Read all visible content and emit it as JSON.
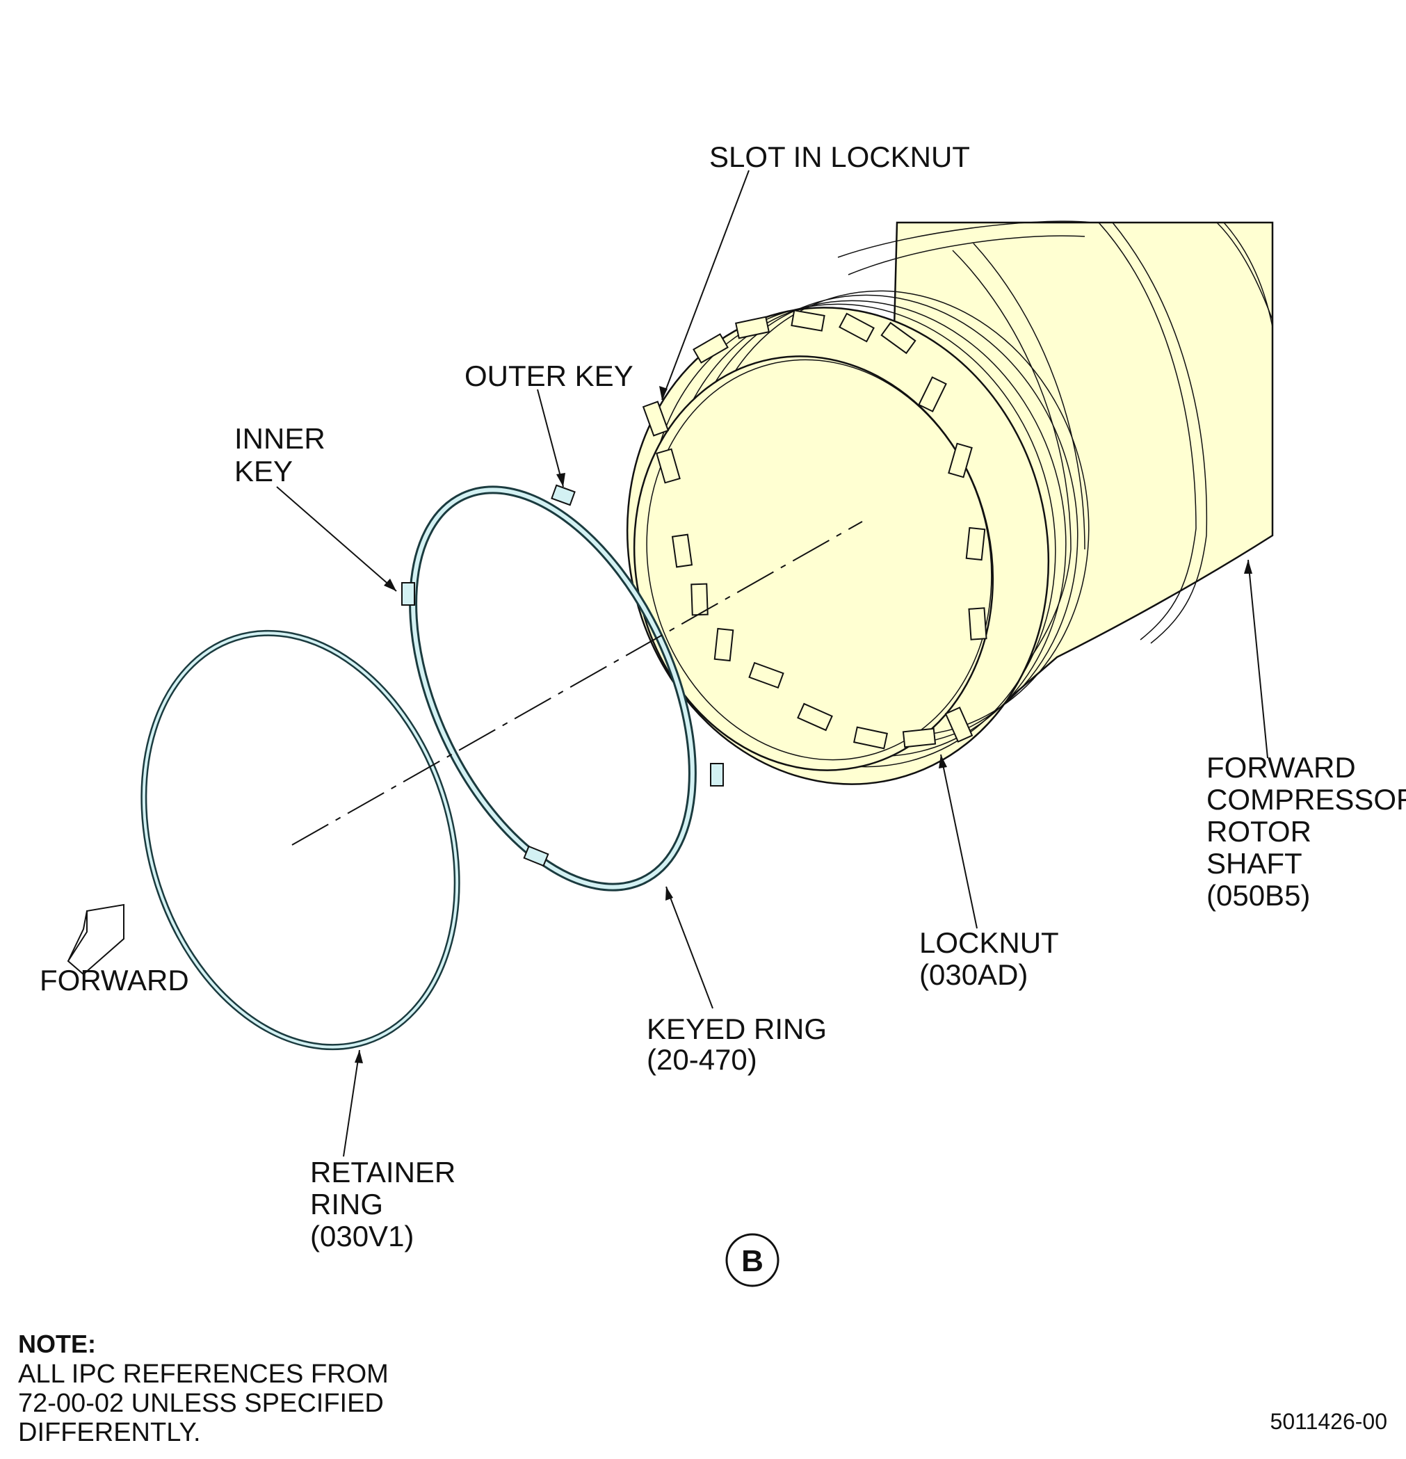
{
  "labels": {
    "slot_in_locknut": "SLOT IN LOCKNUT",
    "outer_key": "OUTER KEY",
    "inner_key_line1": "INNER",
    "inner_key_line2": "KEY",
    "forward_shaft_line1": "FORWARD",
    "forward_shaft_line2": "COMPRESSOR",
    "forward_shaft_line3": "ROTOR",
    "forward_shaft_line4": "SHAFT",
    "forward_shaft_line5": "(050B5)",
    "locknut_line1": "LOCKNUT",
    "locknut_line2": "(030AD)",
    "keyed_ring_line1": "KEYED RING",
    "keyed_ring_line2": "(20-470)",
    "retainer_ring_line1": "RETAINER",
    "retainer_ring_line2": "RING",
    "retainer_ring_line3": "(030V1)",
    "forward_arrow": "FORWARD",
    "view_letter": "B"
  },
  "note": {
    "heading": "NOTE:",
    "line1": "ALL IPC REFERENCES FROM",
    "line2": "72-00-02 UNLESS SPECIFIED",
    "line3": "DIFFERENTLY."
  },
  "figure_number": "5011426-00",
  "colors": {
    "shaft_fill": "#ffffd2",
    "ring_fill": "#d3f1f3",
    "ring_outline": "#1b3b3f"
  }
}
